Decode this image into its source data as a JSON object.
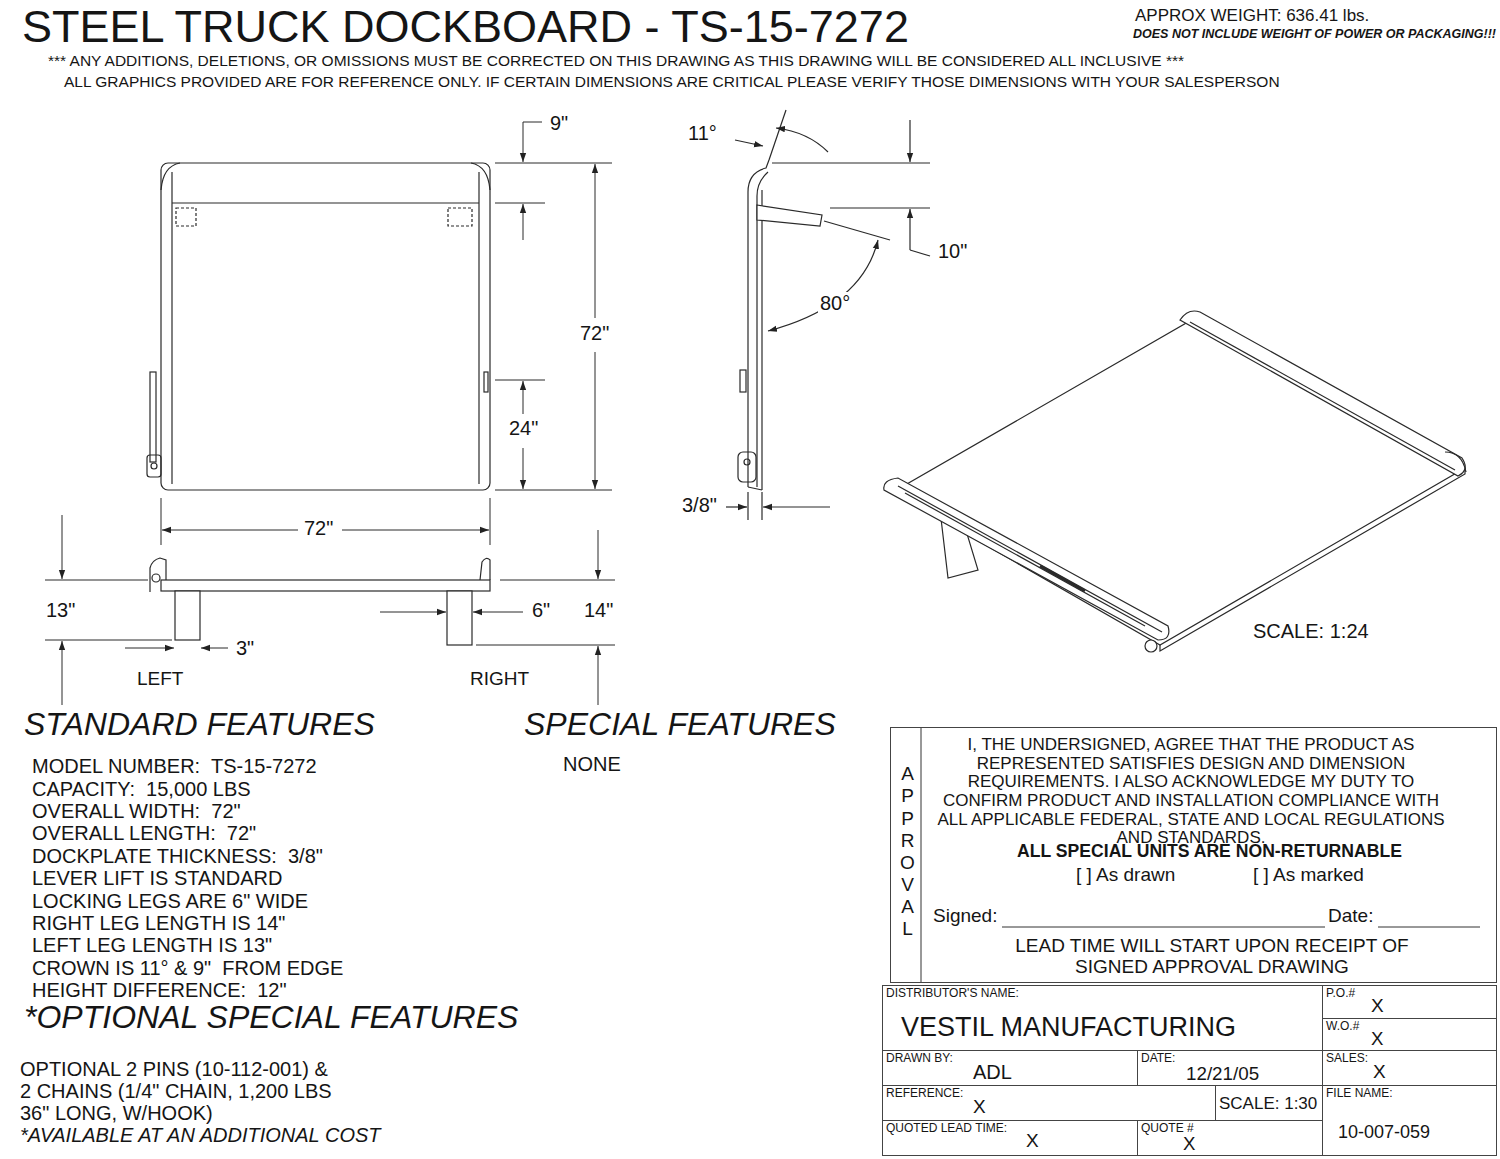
{
  "diagram": {
    "title": "STEEL TRUCK DOCKBOARD - TS-15-7272",
    "nodes": [
      {
        "text": [
          "APPROVAL",
          "I, THE UNDERSIGNED, AGREE THAT THE PRODUCT AS REPRESENTED SATISFIES DESIGN AND DIMENSION REQUIREMENTS. I ALSO ACKNOWLEDGE MY DUTY TO CONFIRM PRODUCT AND INSTALLATION COMPLIANCE WITH ALL APPLICABLE FEDERAL, STATE AND LOCAL REGULATIONS AND STANDARDS.",
          "ALL SPECIAL UNITS ARE NON-RETURNABLE",
          "[ ] As drawn",
          "[ ] As marked",
          "Signed:",
          "Date:",
          "LEAD TIME WILL START UPON RECEIPT OF SIGNED APPROVAL DRAWING"
        ]
      },
      {
        "text": [
          "DISTRIBUTOR'S NAME:",
          "VESTIL MANUFACTURING"
        ]
      },
      {
        "text": [
          "P.O.#",
          "X"
        ]
      },
      {
        "text": [
          "W.O.#",
          "X"
        ]
      },
      {
        "text": [
          "DRAWN BY:",
          "ADL"
        ]
      },
      {
        "text": [
          "DATE:",
          "12/21/05"
        ]
      },
      {
        "text": [
          "SALES:",
          "X"
        ]
      },
      {
        "text": [
          "REFERENCE:",
          "X"
        ]
      },
      {
        "text": [
          "SCALE: 1:30"
        ]
      },
      {
        "text": [
          "FILE NAME:",
          "10-007-059"
        ]
      },
      {
        "text": [
          "QUOTED LEAD TIME:",
          "X"
        ]
      },
      {
        "text": [
          "QUOTE #",
          "X"
        ]
      }
    ],
    "labels": [
      "APPROX WEIGHT: 636.41 lbs.",
      "DOES NOT INCLUDE WEIGHT OF POWER OR PACKAGING!!!",
      "*** ANY ADDITIONS, DELETIONS, OR OMISSIONS MUST BE CORRECTED ON THIS DRAWING AS THIS DRAWING WILL BE CONSIDERED ALL INCLUSIVE ***",
      "ALL GRAPHICS PROVIDED ARE FOR REFERENCE ONLY. IF CERTAIN DIMENSIONS ARE CRITICAL PLEASE VERIFY THOSE DIMENSIONS WITH YOUR SALESPERSON",
      "9\"",
      "72\"",
      "24\"",
      "72\"",
      "13\"",
      "3\"",
      "LEFT",
      "6\"",
      "14\"",
      "RIGHT",
      "11°",
      "10\"",
      "80°",
      "3/8\"",
      "SCALE: 1:24",
      "STANDARD FEATURES",
      "MODEL NUMBER:  TS-15-7272",
      "CAPACITY:  15,000 LBS",
      "OVERALL WIDTH:  72\"",
      "OVERALL LENGTH:  72\"",
      "DOCKPLATE THICKNESS:  3/8\"",
      "LEVER LIFT IS STANDARD",
      "LOCKING LEGS ARE 6\" WIDE",
      "RIGHT LEG LENGTH IS 14\"",
      "LEFT LEG LENGTH IS 13\"",
      "CROWN IS 11° & 9\"  FROM EDGE",
      "HEIGHT DIFFERENCE:  12\"",
      "*OPTIONAL SPECIAL FEATURES",
      "OPTIONAL 2 PINS (10-112-001) &",
      "2 CHAINS (1/4\" CHAIN, 1,200 LBS",
      "36\" LONG, W/HOOK)",
      "*AVAILABLE AT AN ADDITIONAL COST",
      "SPECIAL FEATURES",
      "NONE"
    ]
  }
}
